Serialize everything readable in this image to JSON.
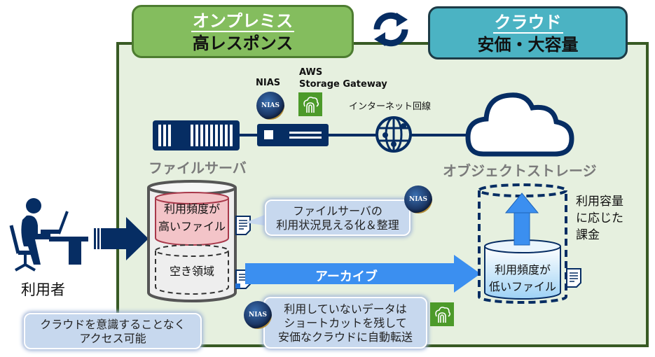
{
  "headers": {
    "onprem": {
      "title": "オンプレミス",
      "subtitle": "高レスポンス"
    },
    "cloud": {
      "title": "クラウド",
      "subtitle": "安価・大容量"
    },
    "sync_icon": "refresh-icon"
  },
  "top_row": {
    "nias_label": "NIAS",
    "aws_label_line1": "AWS",
    "aws_label_line2": "Storage Gateway",
    "internet_label": "インターネット回線",
    "file_server_label": "ファイルサーバ",
    "object_storage_label": "オブジェクトストレージ"
  },
  "user": {
    "label": "利用者",
    "callout": [
      "クラウドを意識することなく",
      "アクセス可能"
    ]
  },
  "local_storage": {
    "high_freq": [
      "利用頻度が",
      "高いファイル"
    ],
    "free_space": "空き領域"
  },
  "callout_visualize": [
    "ファイルサーバの",
    "利用状況見える化＆整理"
  ],
  "archive_label": "アーカイブ",
  "callout_transfer": [
    "利用していないデータは",
    "ショートカットを残して",
    "安価なクラウドに自動転送"
  ],
  "cloud_storage": {
    "low_freq": [
      "利用頻度が",
      "低いファイル"
    ],
    "billing": [
      "利用容量",
      "に応じた",
      "課金"
    ]
  },
  "colors": {
    "navy": "#062d63",
    "green_header": "#84bd5e",
    "teal_header": "#4bb3c3",
    "panel_bg": "#e6f0df",
    "panel_border": "#385a24",
    "archive_blue": "#3b8ff0",
    "high_freq_red": "#f3c4c8",
    "callout_bg": "#c7d8ee"
  }
}
